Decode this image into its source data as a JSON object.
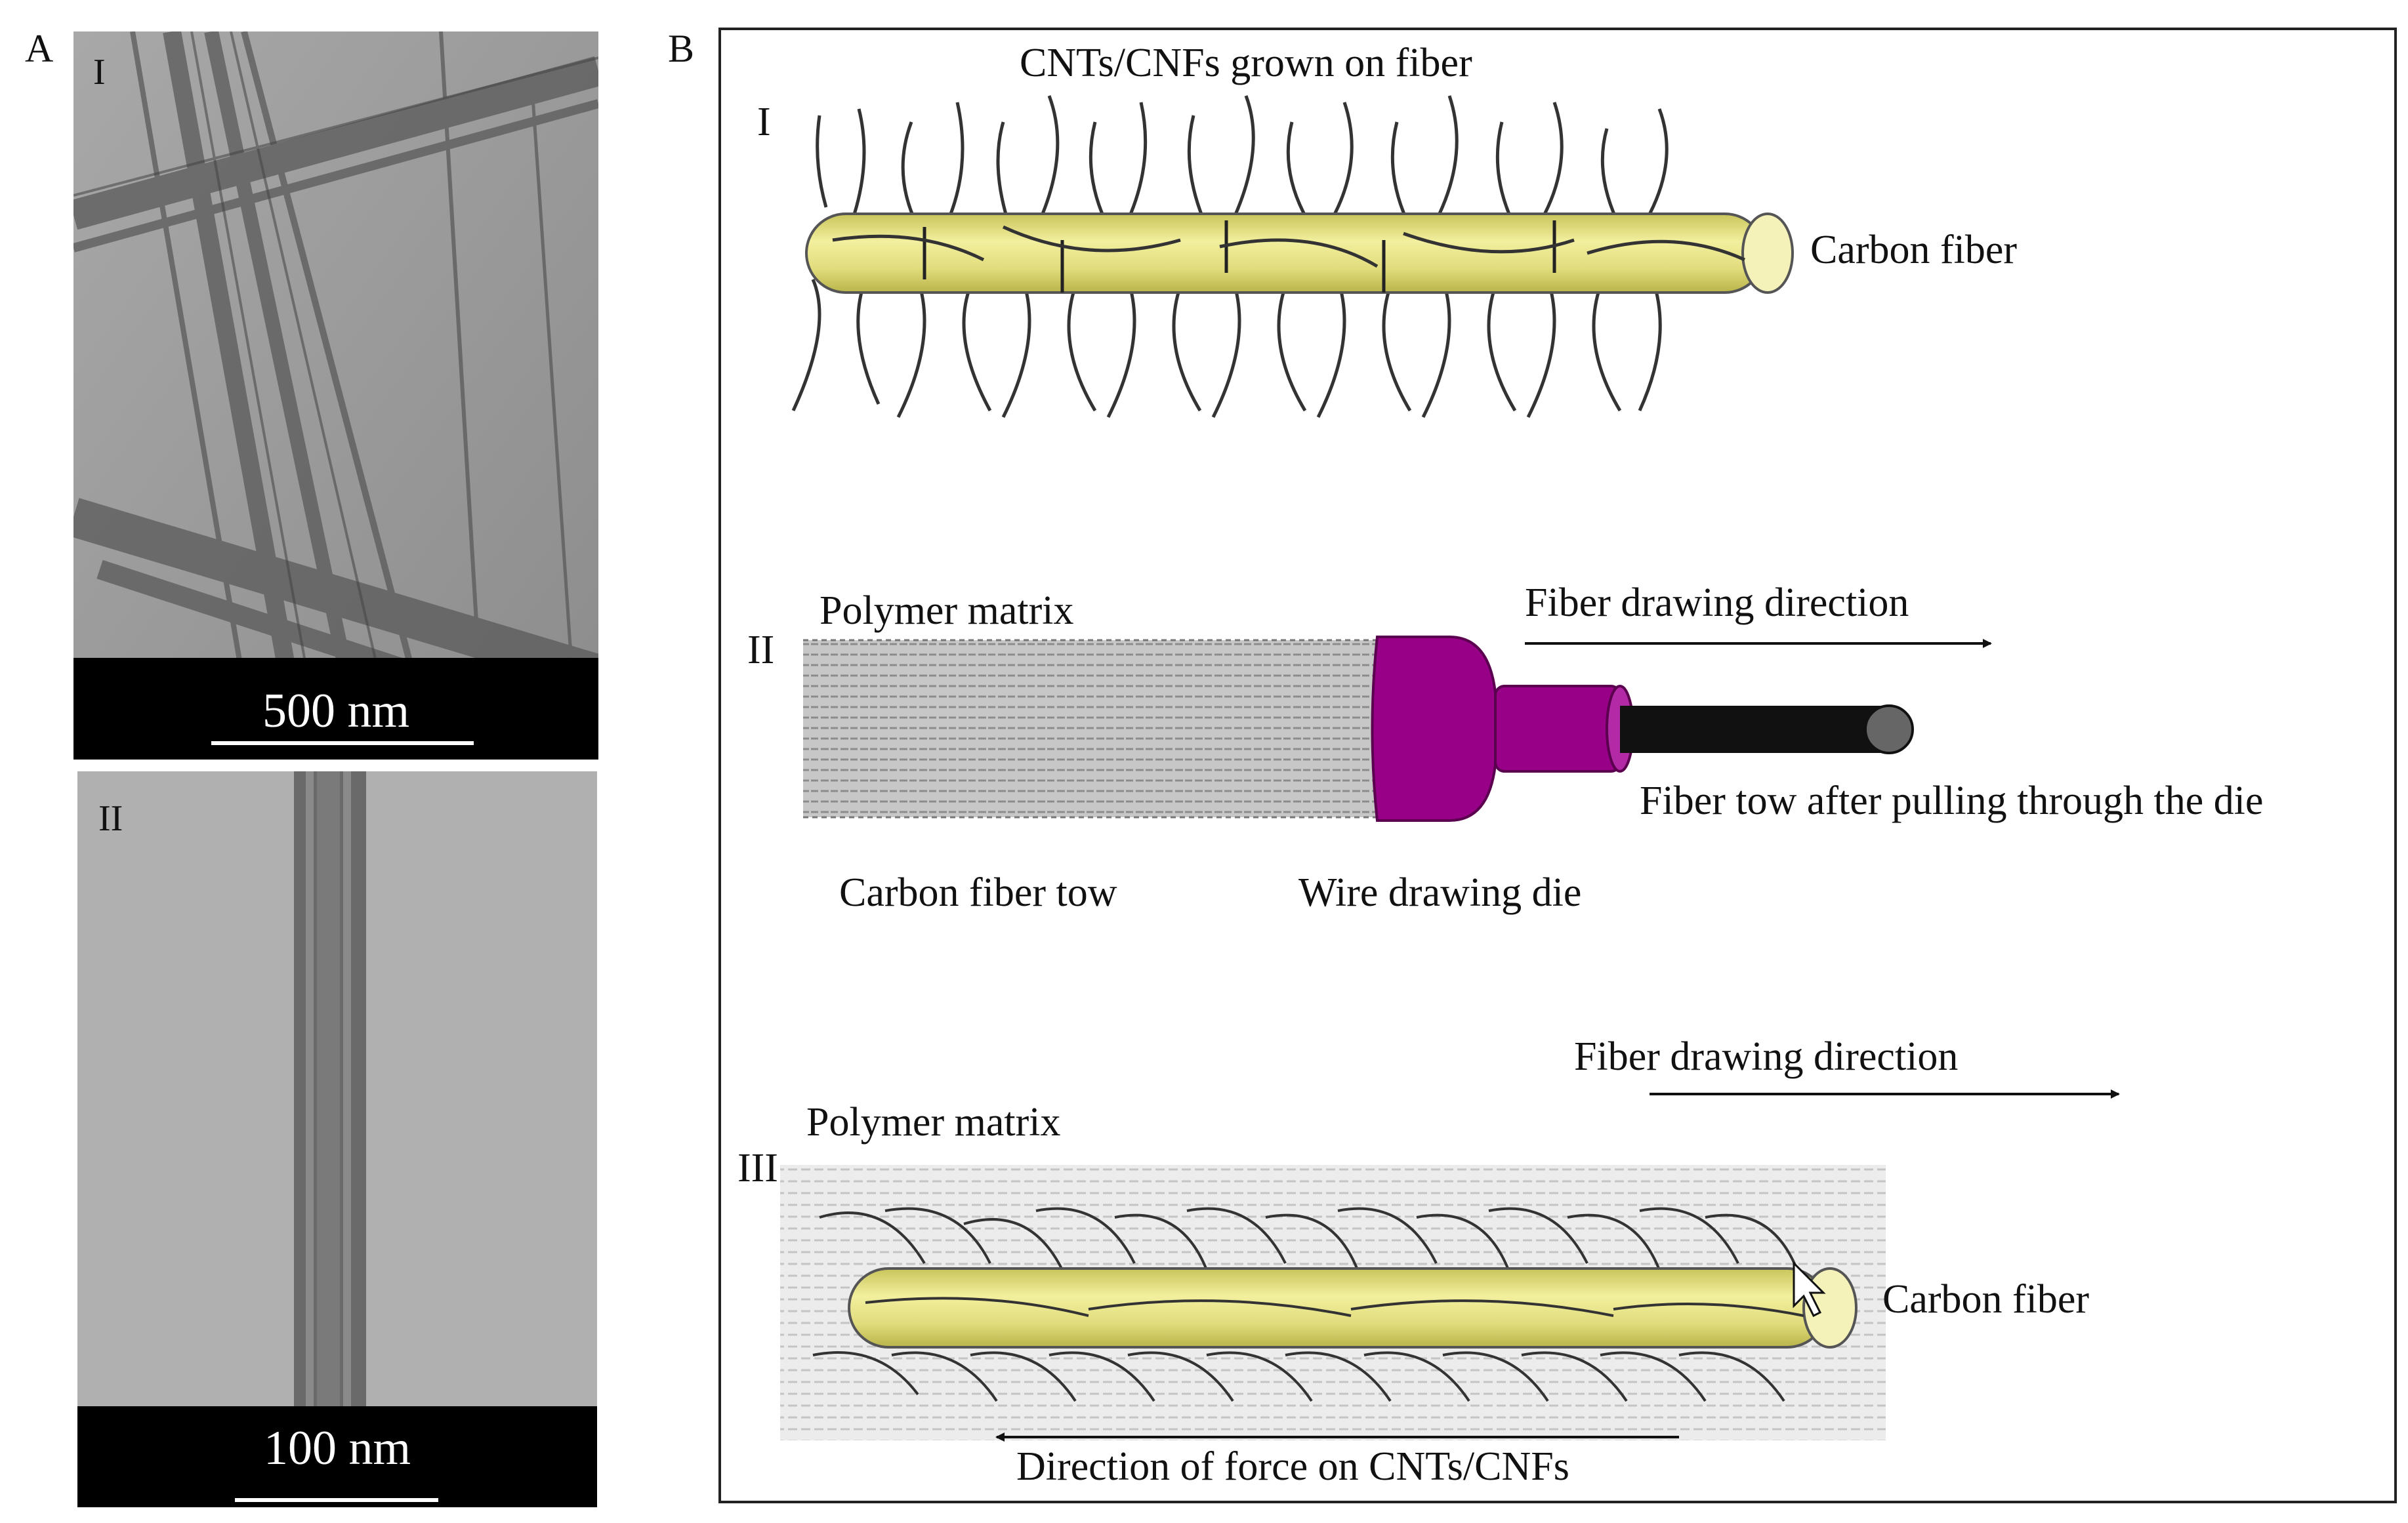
{
  "panel_a": {
    "letter": "A",
    "micrograph_1": {
      "roman": "I",
      "scale": "500 nm"
    },
    "micrograph_2": {
      "roman": "II",
      "scale": "100 nm"
    }
  },
  "panel_b": {
    "letter": "B",
    "sub1": {
      "roman": "I",
      "title": "CNTs/CNFs grown on fiber",
      "fiber_label": "Carbon fiber"
    },
    "sub2": {
      "roman": "II",
      "matrix_label": "Polymer matrix",
      "direction_label": "Fiber drawing direction",
      "tow_after_label": "Fiber tow after pulling through the die",
      "tow_label": "Carbon fiber tow",
      "die_label": "Wire drawing die"
    },
    "sub3": {
      "roman": "III",
      "direction_label": "Fiber drawing direction",
      "matrix_label": "Polymer matrix",
      "fiber_label": "Carbon fiber",
      "force_label": "Direction of force on CNTs/CNFs"
    }
  },
  "colors": {
    "fiber_yellow": "#e6e28a",
    "die_purple": "#990088",
    "matrix_gray": "#d8d8d8"
  }
}
